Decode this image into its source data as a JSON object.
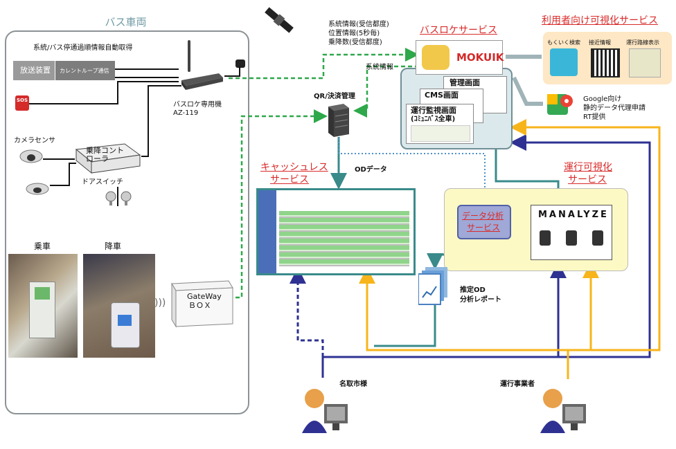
{
  "bus": {
    "title": "バス車両",
    "info_caption": "系統/バス停通過順情報自動取得",
    "broadcast": "放送装置",
    "current_loop": "カレントループ通信",
    "sos": "SOS",
    "device_name": "バスロケ専用機",
    "device_model": "AZ-119",
    "camera_sensor": "カメラセンサ",
    "controller": "乗降コント\nローラ",
    "door_switch": "ドアスイッチ",
    "boarding": "乗車",
    "alighting": "降車",
    "gateway_1": "GateWay",
    "gateway_2": "ＢＯＸ"
  },
  "comms": {
    "line1": "系統情報(受信都度)",
    "line2": "位置情報(5秒毎)",
    "line3": "乗降数(受信都度)",
    "system_info": "系統情報"
  },
  "busloc": {
    "title": "バスロケサービス",
    "mokuik": "MOKUIK",
    "kanri": "管理画面",
    "cms": "CMS画面",
    "unko_1": "運行監視画面",
    "unko_2": "(ｺﾐｭﾆﾊﾞｽ全車)"
  },
  "user_viz": {
    "title": "利用者向け可視化サービス",
    "items": [
      "もくいく検索",
      "接近情報",
      "運行路線表示"
    ]
  },
  "google": {
    "line1": "Google向け",
    "line2": "静的データ代理申請",
    "line3": "RT提供"
  },
  "qr": {
    "title": "QR/決済管理"
  },
  "od_data": "ODデータ",
  "cashless": {
    "title_1": "キャッシュレス",
    "title_2": "サービス"
  },
  "ops_viz": {
    "title_1": "運行可視化",
    "title_2": "サービス"
  },
  "data_analysis": {
    "line1": "データ分析",
    "line2": "サービス"
  },
  "manalyze": "MANALYZE",
  "report": {
    "line1": "推定OD",
    "line2": "分析レポート"
  },
  "actors": {
    "natori": "名取市様",
    "operator": "運行事業者"
  },
  "colors": {
    "green": "#2ea84a",
    "navy": "#2e3192",
    "yellow": "#f7b51b",
    "teal": "#3a8a8a",
    "red": "#d92b2b"
  }
}
